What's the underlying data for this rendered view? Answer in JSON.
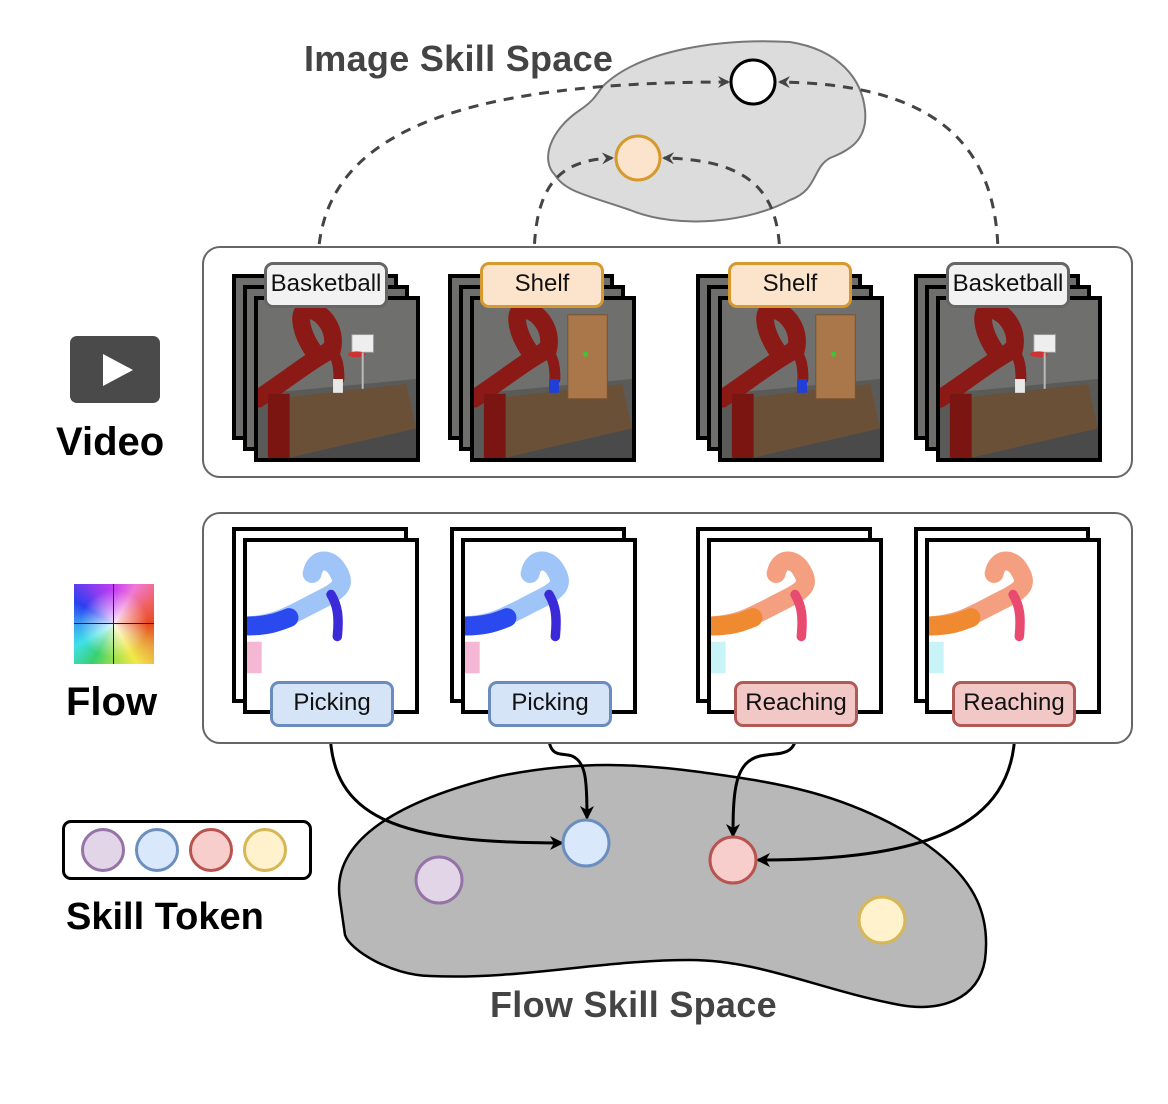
{
  "image_skill_space": {
    "title": "Image Skill Space",
    "nodes": [
      {
        "name": "basketball-cluster",
        "fill": "#ffffff",
        "stroke": "#000000"
      },
      {
        "name": "shelf-cluster",
        "fill": "#fce3cb",
        "stroke": "#d6992f"
      }
    ],
    "region_fill": "#dcdcdc"
  },
  "video_row": {
    "label": "Video",
    "icon": "play-icon",
    "clips": [
      {
        "task": "Basketball",
        "style": "gray",
        "scene": "basketball"
      },
      {
        "task": "Shelf",
        "style": "orange",
        "scene": "shelf"
      },
      {
        "task": "Shelf",
        "style": "orange",
        "scene": "shelf"
      },
      {
        "task": "Basketball",
        "style": "gray",
        "scene": "basketball"
      }
    ]
  },
  "flow_row": {
    "label": "Flow",
    "icon": "color-wheel-icon",
    "clips": [
      {
        "skill": "Picking",
        "style": "blue",
        "flow_color": "blue"
      },
      {
        "skill": "Picking",
        "style": "blue",
        "flow_color": "blue"
      },
      {
        "skill": "Reaching",
        "style": "red",
        "flow_color": "orange"
      },
      {
        "skill": "Reaching",
        "style": "red",
        "flow_color": "orange"
      }
    ]
  },
  "skill_token": {
    "label": "Skill Token",
    "tokens": [
      {
        "name": "purple",
        "fill": "#e1d5e7",
        "stroke": "#9673a6"
      },
      {
        "name": "blue",
        "fill": "#dae8fc",
        "stroke": "#6c8ebf"
      },
      {
        "name": "red",
        "fill": "#f8cecc",
        "stroke": "#b85450"
      },
      {
        "name": "yellow",
        "fill": "#fff2cc",
        "stroke": "#d6b656"
      }
    ]
  },
  "flow_skill_space": {
    "title": "Flow Skill Space",
    "region_fill": "#b8b8b8"
  },
  "colors": {
    "tag_gray_fill": "#f2f2f2",
    "tag_orange_fill": "#fce3cb",
    "tag_blue_fill": "#d6e4f7",
    "tag_red_fill": "#f2c8c6",
    "title_gray": "#444444"
  }
}
